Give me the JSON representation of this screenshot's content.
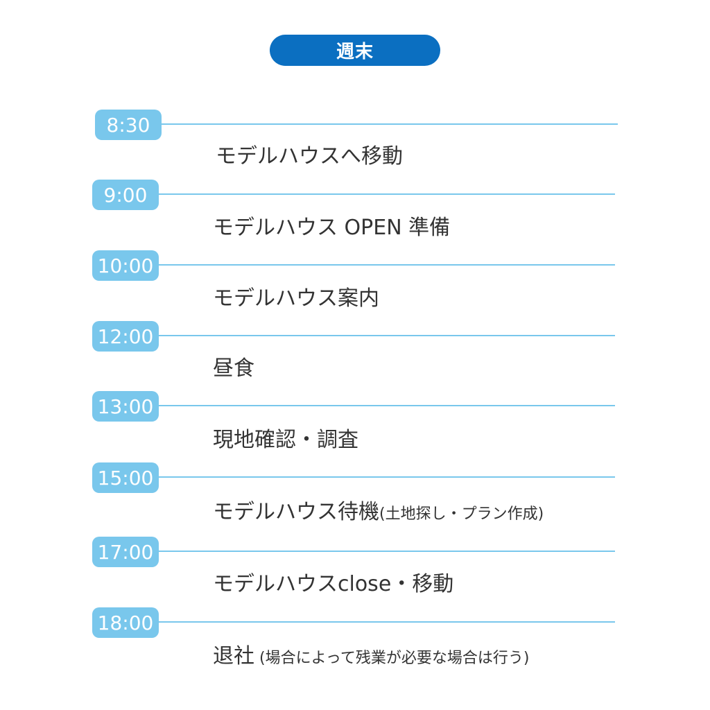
{
  "header": {
    "title": "週末"
  },
  "schedule": [
    {
      "time": "8:30",
      "activity": "モデルハウスへ移動",
      "note": ""
    },
    {
      "time": "9:00",
      "activity": "モデルハウス OPEN 準備",
      "note": ""
    },
    {
      "time": "10:00",
      "activity": "モデルハウス案内",
      "note": ""
    },
    {
      "time": "12:00",
      "activity": "昼食",
      "note": ""
    },
    {
      "time": "13:00",
      "activity": "現地確認・調査",
      "note": ""
    },
    {
      "time": "15:00",
      "activity": "モデルハウス待機",
      "note": "(土地探し・プラン作成)"
    },
    {
      "time": "17:00",
      "activity": "モデルハウスclose・移動",
      "note": ""
    },
    {
      "time": "18:00",
      "activity": "退社",
      "note": " (場合によって残業が必要な場合は行う)"
    }
  ],
  "colors": {
    "title_bg": "#0b6fc1",
    "badge_bg": "#79c7ec",
    "line": "#79c7ec",
    "text": "#333333"
  }
}
